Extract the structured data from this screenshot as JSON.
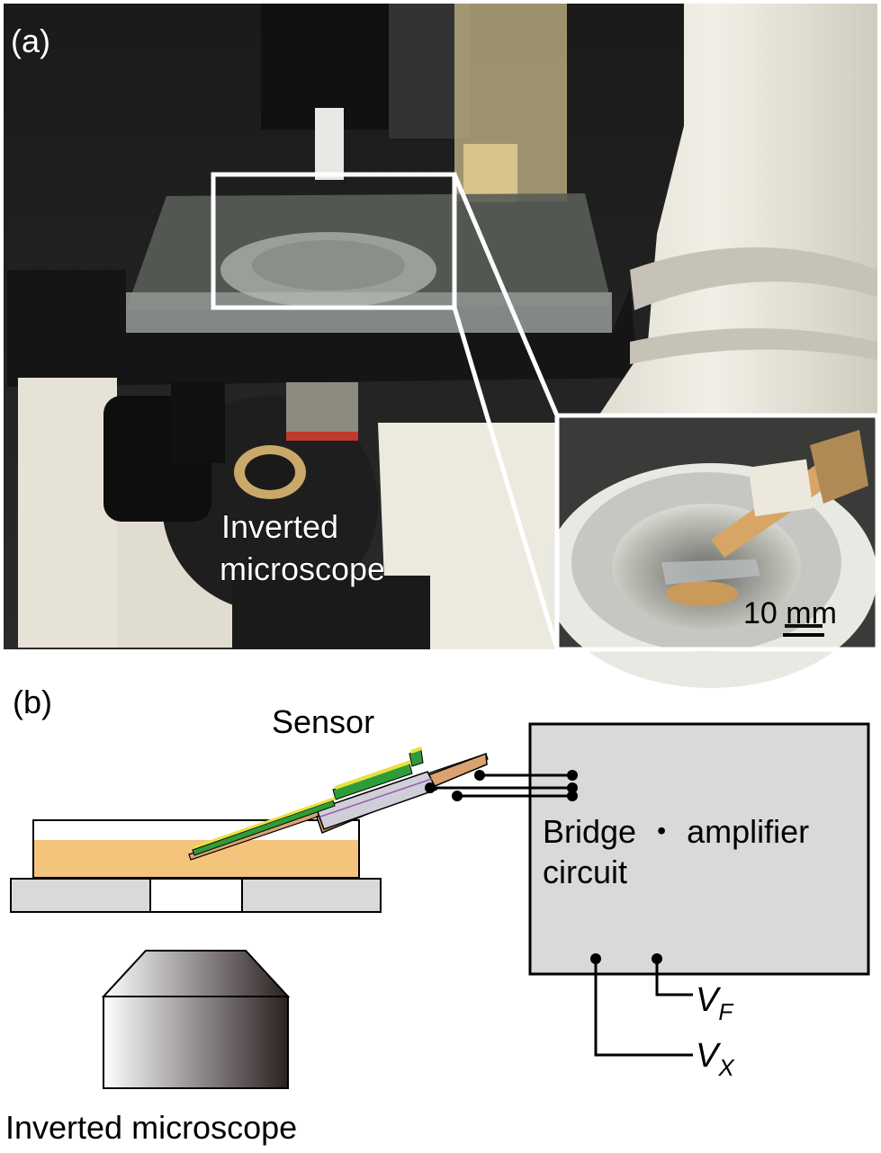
{
  "panel_a": {
    "label": "(a)",
    "photo_label_line1": "Inverted",
    "photo_label_line2": "microscope",
    "inset_scale_bar": "10 mm"
  },
  "panel_b": {
    "label": "(b)",
    "sensor_label": "Sensor",
    "circuit_label_line1": "Bridge ・ amplifier",
    "circuit_label_line2": "circuit",
    "output_f": {
      "symbol": "V",
      "subscript": "F"
    },
    "output_x": {
      "symbol": "V",
      "subscript": "X"
    },
    "microscope_label": "Inverted microscope"
  },
  "colors": {
    "medium": "#f5c47c",
    "stage": "#d9d9d9",
    "circuit_box": "#d9d9d9",
    "sensor_base": "#d9a270",
    "sensor_trace_green": "#2e9c3a",
    "sensor_trace_yellow": "#e8e040",
    "sensor_block": "#cfcfd8"
  }
}
